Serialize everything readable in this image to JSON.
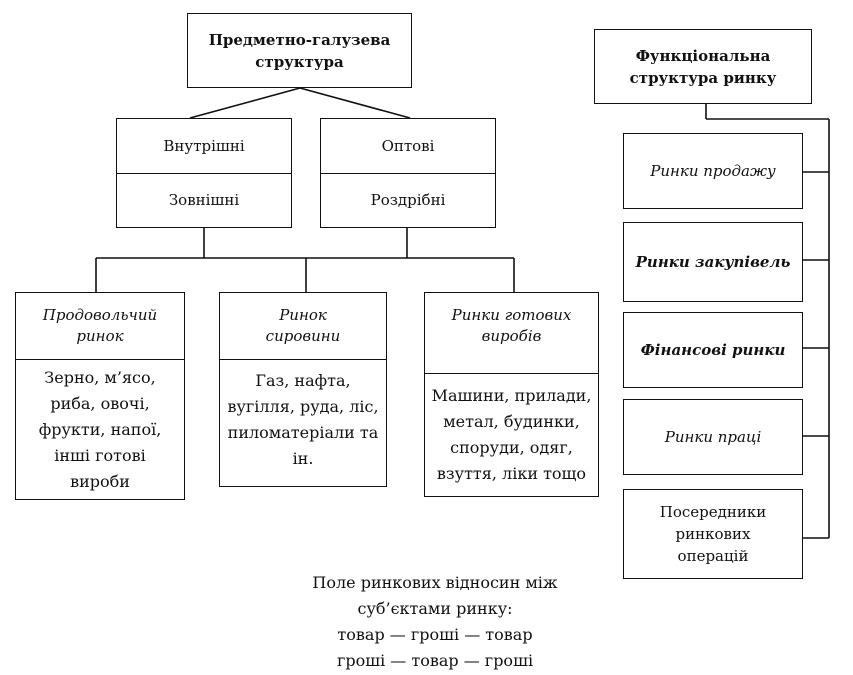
{
  "left_tree": {
    "root": "Предметно-галузева структура",
    "level1": [
      {
        "top": "Внутрішні",
        "bottom": "Зовнішні"
      },
      {
        "top": "Оптові",
        "bottom": "Роздрібні"
      }
    ],
    "markets": [
      {
        "title": "Продовольчий ринок",
        "items": "Зерно, м’ясо, риба, овочі, фрукти, напої, інші готові вироби"
      },
      {
        "title": "Ринок сировини",
        "items": "Газ, нафта, вугілля, руда, ліс, пиломатеріали та ін."
      },
      {
        "title": "Ринки готових виробів",
        "items": "Машини, прилади, метал, будинки, споруди, одяг, взуття, ліки тощо"
      }
    ]
  },
  "right_tree": {
    "root": "Функціональна структура ринку",
    "items": [
      "Ринки продажу",
      "Ринки закупівель",
      "Фінансові ринки",
      "Ринки праці",
      "Посередники ринкових операцій"
    ]
  },
  "footer": {
    "line1": "Поле ринкових відносин між",
    "line2": "суб’єктами ринку:",
    "line3": "товар — гроші — товар",
    "line4": "гроші — товар — гроші"
  }
}
